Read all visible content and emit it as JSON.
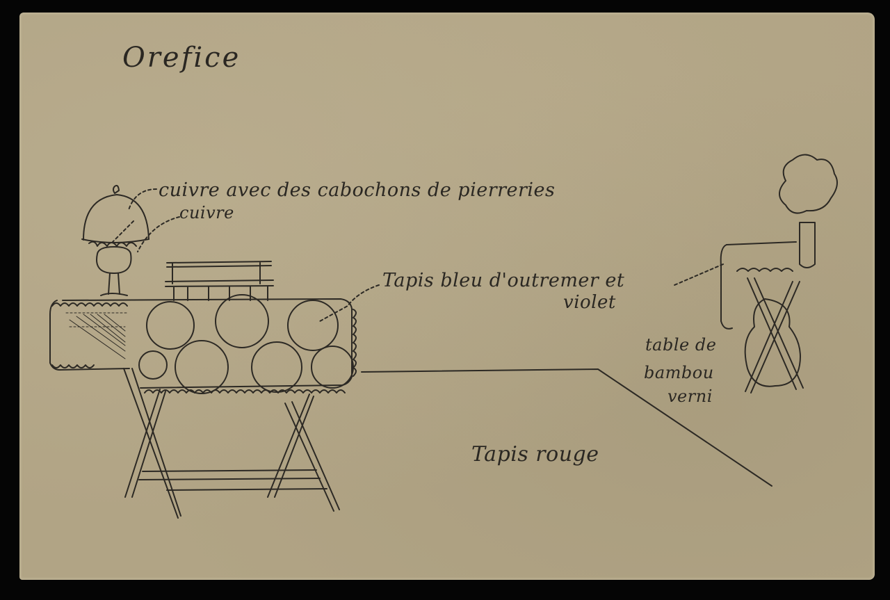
{
  "document": {
    "type": "hand-drawn stage/set sketch on aged paper",
    "title": "Orefice",
    "colors": {
      "background": "#050505",
      "paper": "#b1a485",
      "ink": "#2c2924"
    }
  },
  "annotations": [
    {
      "id": "cuivre-cabochons",
      "text": "cuivre avec des cabochons de pierreries",
      "points_to": "lamp-dome"
    },
    {
      "id": "cuivre",
      "text": "cuivre",
      "points_to": "lamp-base"
    },
    {
      "id": "tapis-bleu-line1",
      "text": "Tapis bleu d'outremer et",
      "points_to": "large-table-cover"
    },
    {
      "id": "tapis-bleu-line2",
      "text": "violet"
    },
    {
      "id": "table-bambou-line1",
      "text": "table de"
    },
    {
      "id": "table-bambou-line2",
      "text": "bambou"
    },
    {
      "id": "table-bambou-line3",
      "text": "verni"
    },
    {
      "id": "tapis-rouge",
      "text": "Tapis rouge",
      "points_to": "floor-area"
    }
  ],
  "drawing": {
    "elements": [
      "covered lamp with jeweled band on pedestal",
      "large draped table with circular pattern on X-frame legs",
      "stack of books on table",
      "small bamboo side table with vase of flowers",
      "guitar leaning against small table",
      "red carpet outline on floor"
    ]
  }
}
